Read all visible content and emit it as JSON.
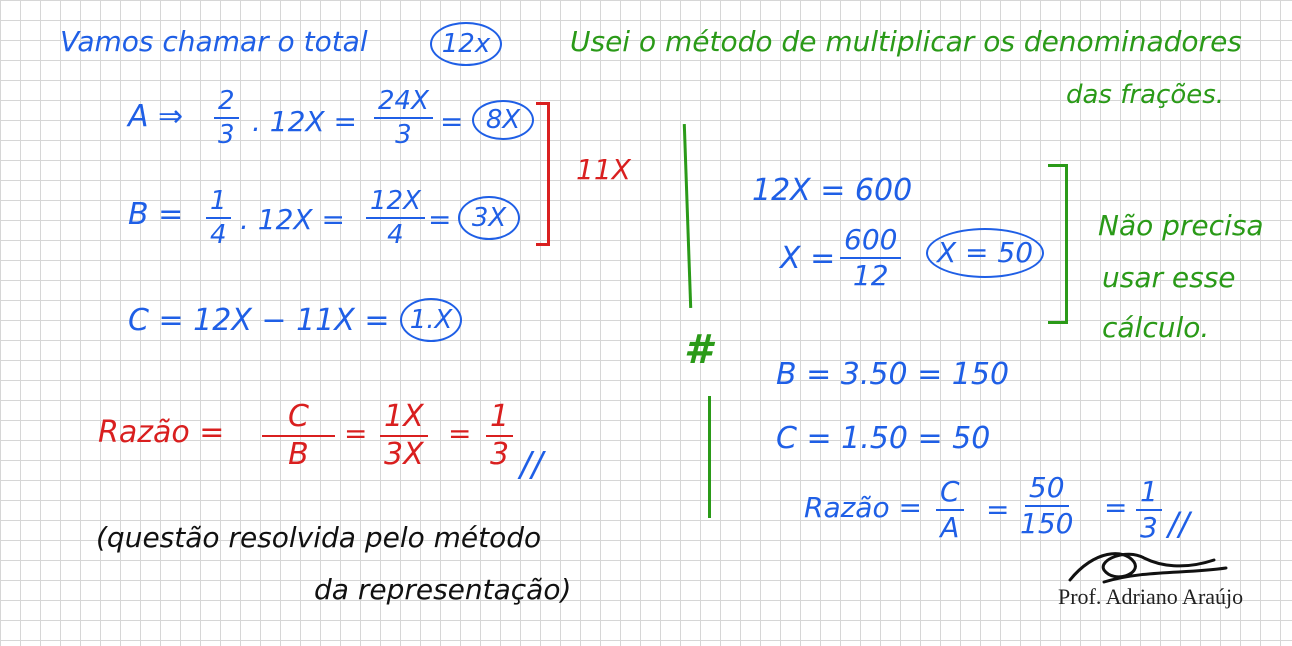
{
  "header": {
    "intro": "Vamos chamar o total",
    "total_circled": "12x",
    "method_line1": "Usei o método de multiplicar os denominadores",
    "method_line2": "das frações."
  },
  "left": {
    "a": {
      "lhs": "A ⇒",
      "f1_num": "2",
      "f1_den": "3",
      "mult": ". 12X =",
      "f2_num": "24X",
      "f2_den": "3",
      "eq": "=",
      "result": "8X"
    },
    "b": {
      "lhs": "B =",
      "f1_num": "1",
      "f1_den": "4",
      "mult": ". 12X =",
      "f2_num": "12X",
      "f2_den": "4",
      "eq": "=",
      "result": "3X"
    },
    "sum": "11X",
    "c": {
      "expr": "C = 12X − 11X =",
      "result": "1.X"
    },
    "ratio": {
      "label": "Razão =",
      "f1_num": "C",
      "f1_den": "B",
      "eq1": "=",
      "f2_num": "1X",
      "f2_den": "3X",
      "eq2": "=",
      "f3_num": "1",
      "f3_den": "3",
      "end": "//"
    },
    "note_line1": "(questão resolvida pelo método",
    "note_line2": "da representação)"
  },
  "separator": "#",
  "right": {
    "eq1": "12X = 600",
    "x_label": "X =",
    "x_num": "600",
    "x_den": "12",
    "x_result": "X = 50",
    "note_line1": "Não precisa",
    "note_line2": "usar esse",
    "note_line3": "cálculo.",
    "b_line": "B = 3.50 = 150",
    "c_line": "C = 1.50 = 50",
    "ratio": {
      "label": "Razão =",
      "f1_num": "C",
      "f1_den": "A",
      "eq1": "=",
      "f2_num": "50",
      "f2_den": "150",
      "eq2": "=",
      "f3_num": "1",
      "f3_den": "3",
      "end": "//"
    }
  },
  "credit": "Prof. Adriano Araújo",
  "colors": {
    "blue": "#1f5fe6",
    "green": "#2a9a18",
    "red": "#d91f1f",
    "black": "#111111",
    "grid": "#d6d6d6"
  }
}
